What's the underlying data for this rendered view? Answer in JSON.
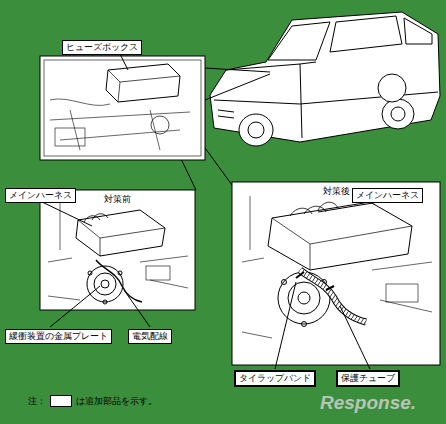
{
  "diagram": {
    "nodes": [
      {
        "text": [
          "ヒューズボックス"
        ]
      },
      {
        "text": [
          "メインハーネス"
        ]
      },
      {
        "text": [
          "対策前"
        ]
      },
      {
        "text": [
          "対策後"
        ]
      },
      {
        "text": [
          "メインハーネス"
        ]
      },
      {
        "text": [
          "緩衝装置の金属プレート"
        ]
      },
      {
        "text": [
          "電気配線"
        ]
      },
      {
        "text": [
          "タイラップバンド"
        ]
      },
      {
        "text": [
          "保護チューブ"
        ]
      }
    ],
    "labels": [
      "注：",
      "Response."
    ],
    "legend": [
      {
        "text": "は追加部品を示す。"
      }
    ]
  }
}
